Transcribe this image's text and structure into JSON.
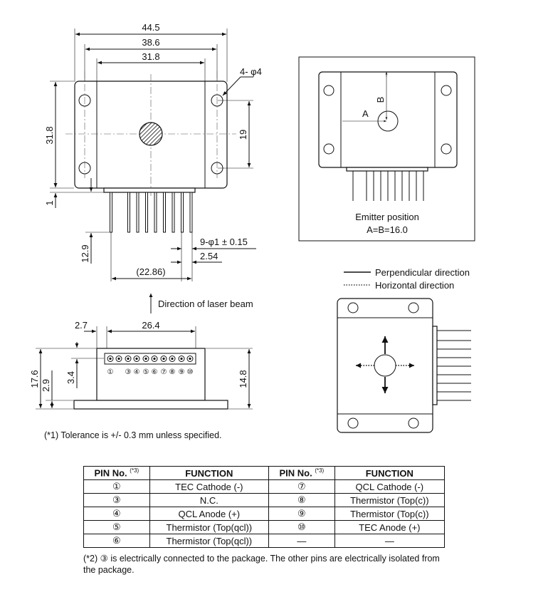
{
  "top_view": {
    "dims": [
      "44.5",
      "38.6",
      "31.8",
      "4- φ4",
      "31.8",
      "19",
      "1",
      "12.9",
      "9-φ1 ± 0.15",
      "2.54",
      "(22.86)"
    ]
  },
  "emitter_view": {
    "label_a": "A",
    "label_b": "B",
    "caption_line1": "Emitter position",
    "caption_line2": "A=B=16.0"
  },
  "laser_beam_label": "Direction of laser beam",
  "legend": {
    "solid": "Perpendicular direction",
    "dotted": "Horizontal direction"
  },
  "front_view": {
    "dims": [
      "2.7",
      "26.4",
      "17.6",
      "2.9",
      "3.4",
      "14.8"
    ],
    "pin_marks": [
      "①",
      "③",
      "④",
      "⑤",
      "⑥",
      "⑦",
      "⑧",
      "⑨",
      "⑩"
    ]
  },
  "tolerance_note": "(*1) Tolerance is +/- 0.3 mm unless specified.",
  "pin_table": {
    "headers": [
      "PIN No.",
      "(*3)",
      "FUNCTION",
      "PIN No.",
      "(*3)",
      "FUNCTION"
    ],
    "rows": [
      [
        "①",
        "TEC Cathode (-)",
        "⑦",
        "QCL Cathode (-)"
      ],
      [
        "③",
        "N.C.",
        "⑧",
        "Thermistor (Top(c))"
      ],
      [
        "④",
        "QCL Anode (+)",
        "⑨",
        "Thermistor (Top(c))"
      ],
      [
        "⑤",
        "Thermistor (Top(qcl))",
        "⑩",
        "TEC Anode (+)"
      ],
      [
        "⑥",
        "Thermistor (Top(qcl))",
        "—",
        "—"
      ]
    ]
  },
  "footnote": {
    "mark": "(*2)",
    "pin": "③",
    "text": "is electrically connected to the package. The other pins are electrically isolated from the package."
  }
}
